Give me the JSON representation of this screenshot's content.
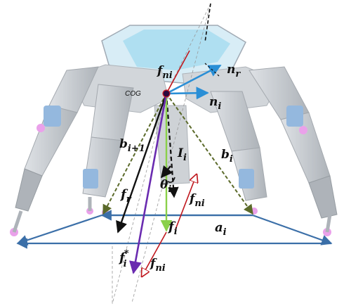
{
  "labels": {
    "cog": "COG",
    "f_ni_top": {
      "main": "f",
      "sub": "ni"
    },
    "n_r": {
      "main": "n",
      "sub": "r"
    },
    "n_i": {
      "main": "n",
      "sub": "i"
    },
    "b_i1": {
      "main": "b",
      "sub": "i+1"
    },
    "b_i": {
      "main": "b",
      "sub": "i"
    },
    "I_i": {
      "main": "I",
      "sub": "i"
    },
    "theta_i": {
      "main": "θ",
      "sub": "i"
    },
    "f_r": {
      "main": "f",
      "sub": "r"
    },
    "f_ni_right": {
      "main": "f",
      "sub": "ni"
    },
    "f_i": {
      "main": "f",
      "sub": "i"
    },
    "a_i": {
      "main": "a",
      "sub": "i"
    },
    "f_star": {
      "main": "f",
      "sup": "*",
      "sub": "i"
    },
    "f_ni_bottom": {
      "main": "f",
      "sub": "ni"
    }
  },
  "colors": {
    "robot_gray": "#b9bec4",
    "robot_dark": "#8d939a",
    "robot_blue": "#7aa7d6",
    "hub_cyan": "#8fd3ec",
    "base_blue": "#3b6fa8",
    "arrow_blue": "#2a8fd6",
    "arrow_red": "#c0181e",
    "arrow_green": "#8ad04a",
    "arrow_purple": "#6a2bb0",
    "dashed_olive": "#5b6a2a",
    "foot_pink": "#e58ae6"
  }
}
